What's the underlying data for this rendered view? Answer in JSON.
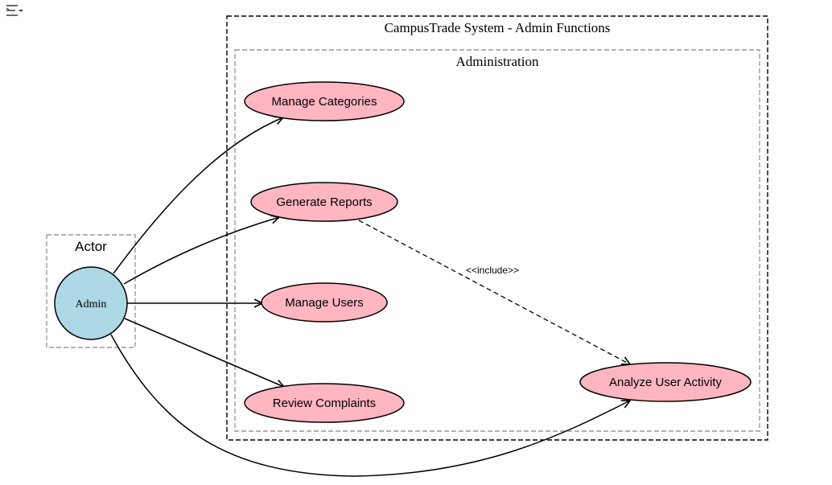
{
  "toolbar": {
    "menu_icon": "filter-list-icon"
  },
  "diagram": {
    "system_title": "CampusTrade System - Admin Functions",
    "package_title": "Administration",
    "actor_group_label": "Actor",
    "actor": {
      "name": "Admin"
    },
    "use_cases": [
      {
        "id": "manage_categories",
        "label": "Manage Categories"
      },
      {
        "id": "generate_reports",
        "label": "Generate Reports"
      },
      {
        "id": "manage_users",
        "label": "Manage Users"
      },
      {
        "id": "review_complaints",
        "label": "Review Complaints"
      },
      {
        "id": "analyze_user_activity",
        "label": "Analyze User Activity"
      }
    ],
    "relationships": [
      {
        "from": "Admin",
        "to": "manage_categories",
        "type": "association"
      },
      {
        "from": "Admin",
        "to": "generate_reports",
        "type": "association"
      },
      {
        "from": "Admin",
        "to": "manage_users",
        "type": "association"
      },
      {
        "from": "Admin",
        "to": "review_complaints",
        "type": "association"
      },
      {
        "from": "Admin",
        "to": "analyze_user_activity",
        "type": "association"
      },
      {
        "from": "generate_reports",
        "to": "analyze_user_activity",
        "type": "include",
        "label": "<<include>>"
      }
    ],
    "colors": {
      "use_case_fill": "#ffb6c1",
      "actor_fill": "#add8e6",
      "frame_stroke": "#000000",
      "package_stroke": "#999999"
    }
  }
}
